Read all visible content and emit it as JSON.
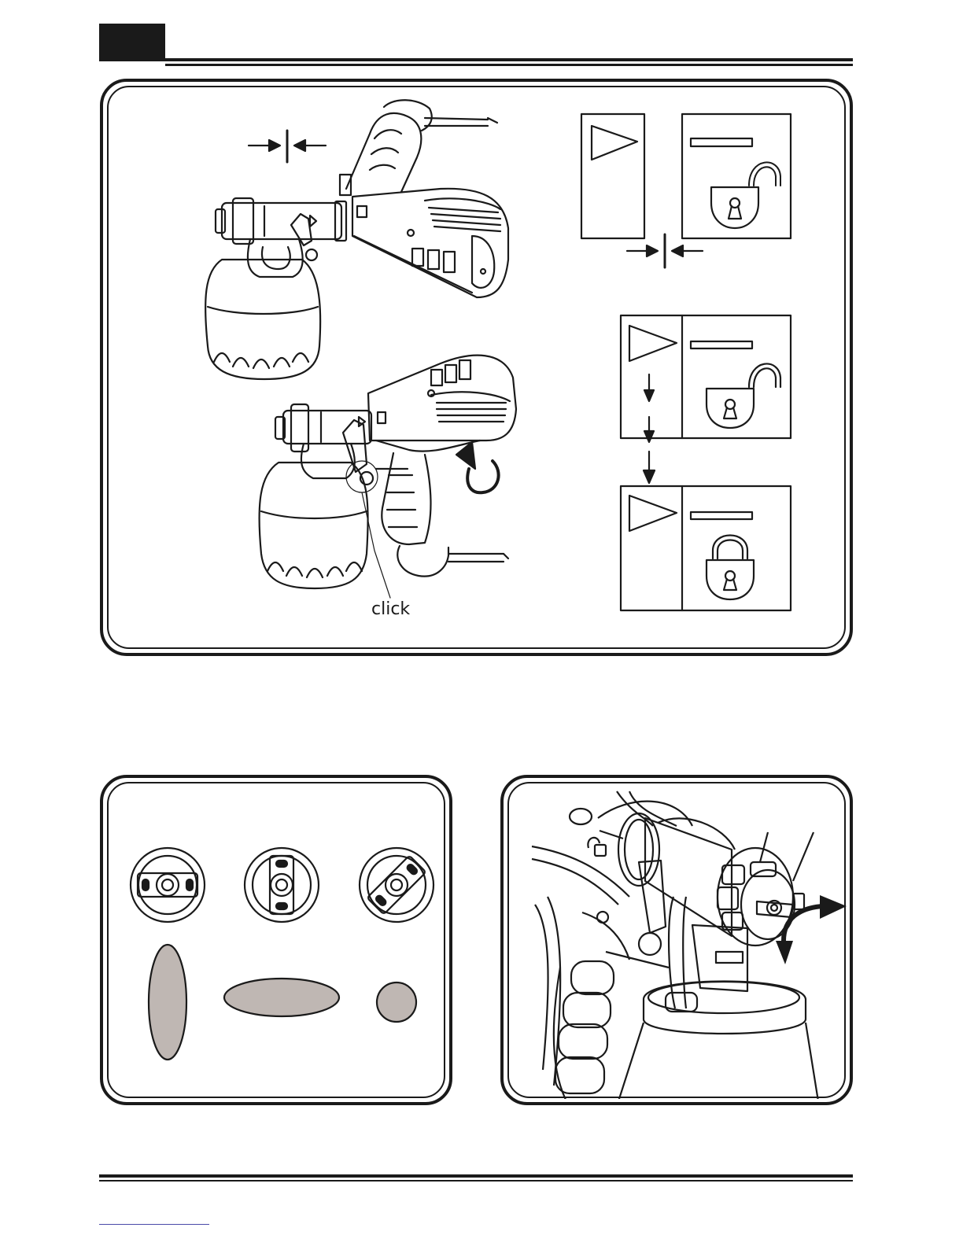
{
  "figure1": {
    "click_label": "click",
    "icons": [
      "assembly-arrows-icon",
      "unlock-icon",
      "lock-icon",
      "rotate-arrow-icon"
    ]
  },
  "figure2": {
    "spray_patterns": [
      "vertical-pattern",
      "horizontal-pattern",
      "round-pattern"
    ],
    "pattern_fill": "#bfb7b3"
  },
  "figure3": {
    "icons": [
      "nozzle-rotate-arrow-icon"
    ]
  }
}
